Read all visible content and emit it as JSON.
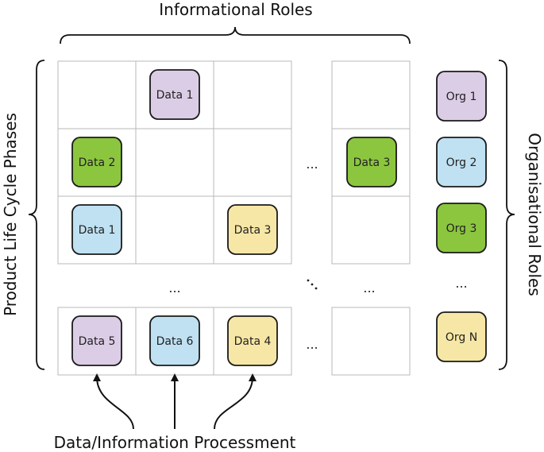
{
  "title_top": "Informational Roles",
  "label_left": "Product Life Cycle Phases",
  "label_right": "Organisational Roles",
  "label_bottom": "Data/Information Processment",
  "ellipsis": "...",
  "colors": {
    "purple": "#dccde6",
    "green": "#8cc63f",
    "blue": "#bfe1f2",
    "yellow": "#f7e7a6"
  },
  "grid": {
    "row1": {
      "c2": "Data 1"
    },
    "row2": {
      "c1": "Data 2",
      "c4": "Data 3"
    },
    "row3": {
      "c1": "Data 1",
      "c3": "Data 3"
    },
    "rowN": {
      "c1": "Data 5",
      "c2": "Data 6",
      "c3": "Data 4"
    }
  },
  "orgs": [
    "Org 1",
    "Org 2",
    "Org 3",
    "Org N"
  ]
}
